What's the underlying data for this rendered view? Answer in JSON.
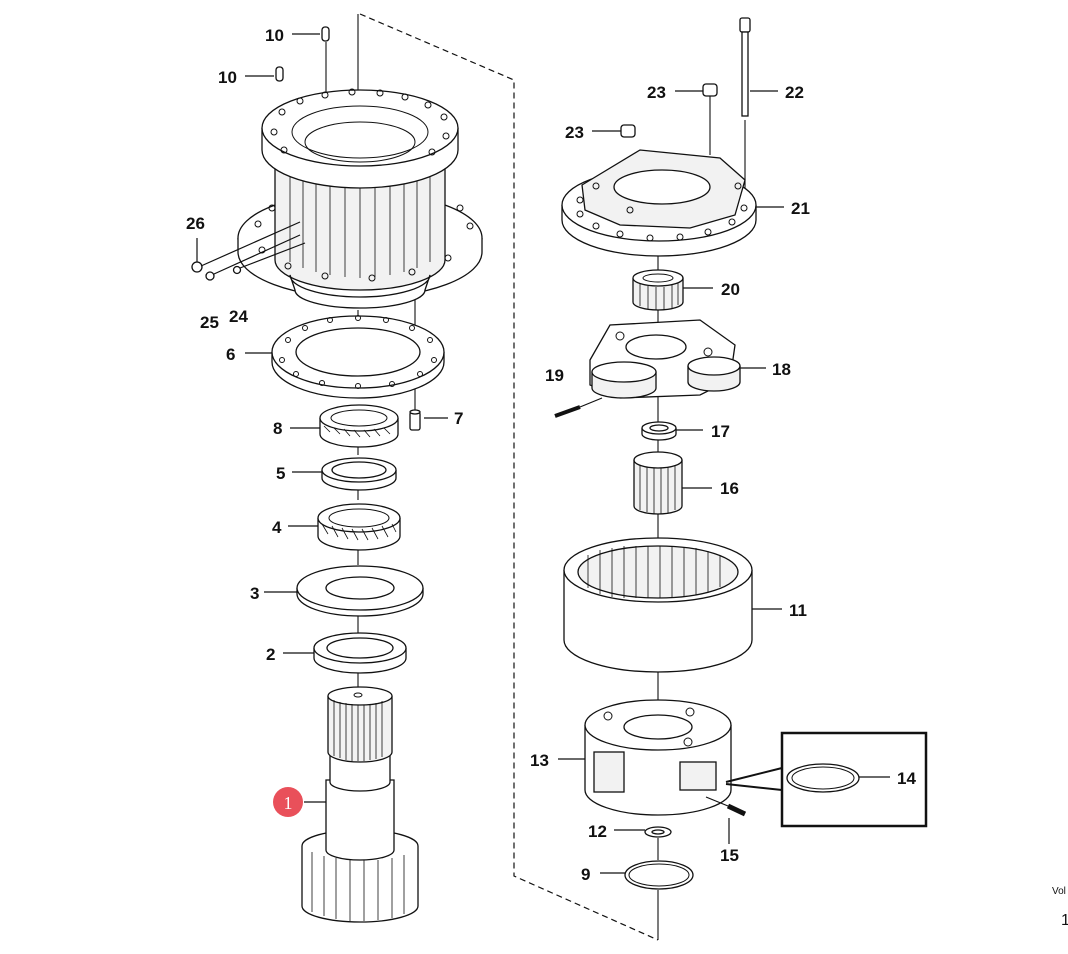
{
  "labels": {
    "l1": "1",
    "l2": "2",
    "l3": "3",
    "l4": "4",
    "l5": "5",
    "l6": "6",
    "l7": "7",
    "l8": "8",
    "l9": "9",
    "l10a": "10",
    "l10b": "10",
    "l11": "11",
    "l12": "12",
    "l13": "13",
    "l14": "14",
    "l15": "15",
    "l16": "16",
    "l17": "17",
    "l18": "18",
    "l19": "19",
    "l20": "20",
    "l21": "21",
    "l22": "22",
    "l23a": "23",
    "l23b": "23",
    "l24": "24",
    "l25": "25",
    "l26": "26"
  },
  "edge": {
    "vol": "Vol",
    "num": "1"
  },
  "colors": {
    "marker": "#e9505a",
    "line": "#111111"
  }
}
